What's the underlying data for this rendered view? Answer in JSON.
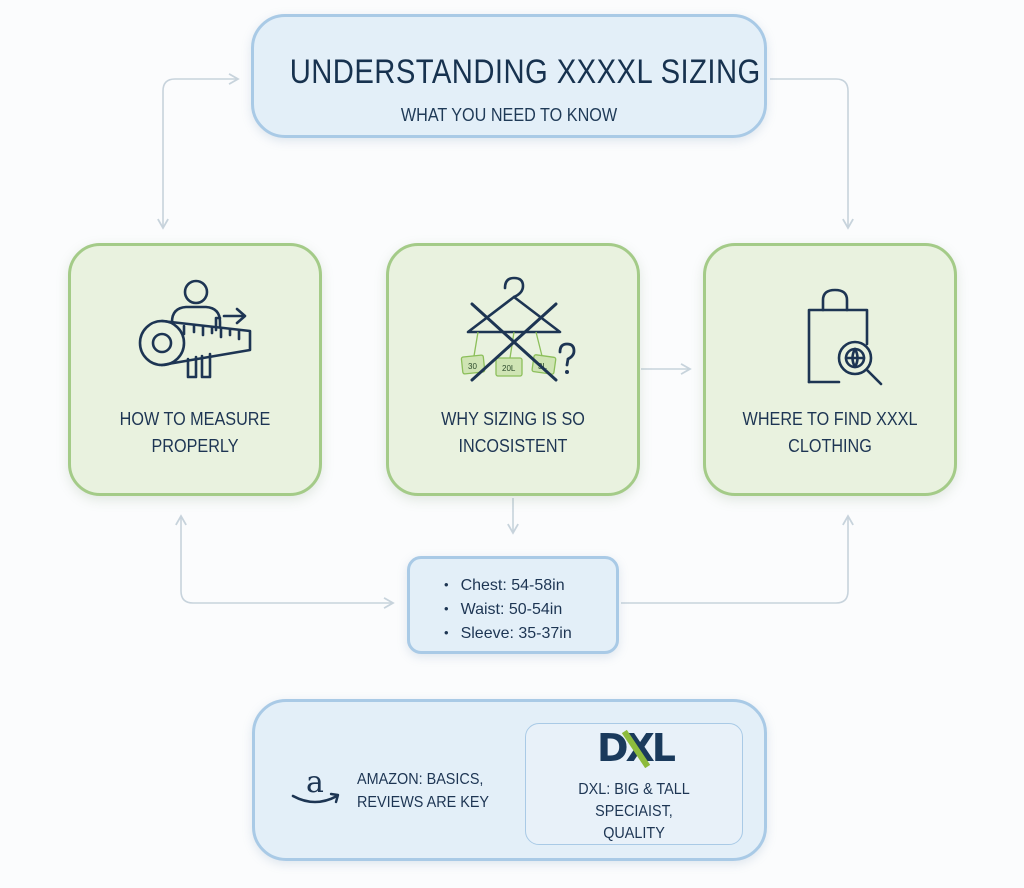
{
  "header": {
    "title": "UNDERSTANDING XXXXL SIZING",
    "subtitle": "WHAT YOU NEED TO KNOW"
  },
  "sections": [
    {
      "icon": "measuring-tape-person-icon",
      "label_lines": [
        "HOW TO MEASURE",
        "PROPERLY"
      ]
    },
    {
      "icon": "crossed-hanger-size-tags-icon",
      "tag_labels": [
        "30",
        "20L",
        "3L"
      ],
      "label_lines": [
        "WHY SIZING IS SO",
        "INCOSISTENT"
      ]
    },
    {
      "icon": "shopping-bag-magnifier-icon",
      "label_lines": [
        "WHERE TO FIND XXXL",
        "CLOTHING"
      ]
    }
  ],
  "measurements": [
    "Chest: 54-58in",
    "Waist: 50-54in",
    "Sleeve: 35-37in"
  ],
  "retailers": {
    "amazon": {
      "logo": "amazon-logo",
      "logo_text": "a",
      "lines": [
        "AMAZON: BASICS,",
        "REVIEWS ARE KEY"
      ]
    },
    "dxl": {
      "logo_text": "DXL",
      "lines": [
        "DXL: BIG & TALL",
        "SPECIAIST,",
        "QUALITY"
      ]
    }
  },
  "colors": {
    "blue_fill": "#e3eff8",
    "blue_border": "#a9cae6",
    "green_fill": "#e9f2df",
    "green_border": "#a4cb88",
    "text_navy": "#1d3553",
    "dxl_green": "#8dbb3c",
    "connector": "#c7d3dc"
  }
}
